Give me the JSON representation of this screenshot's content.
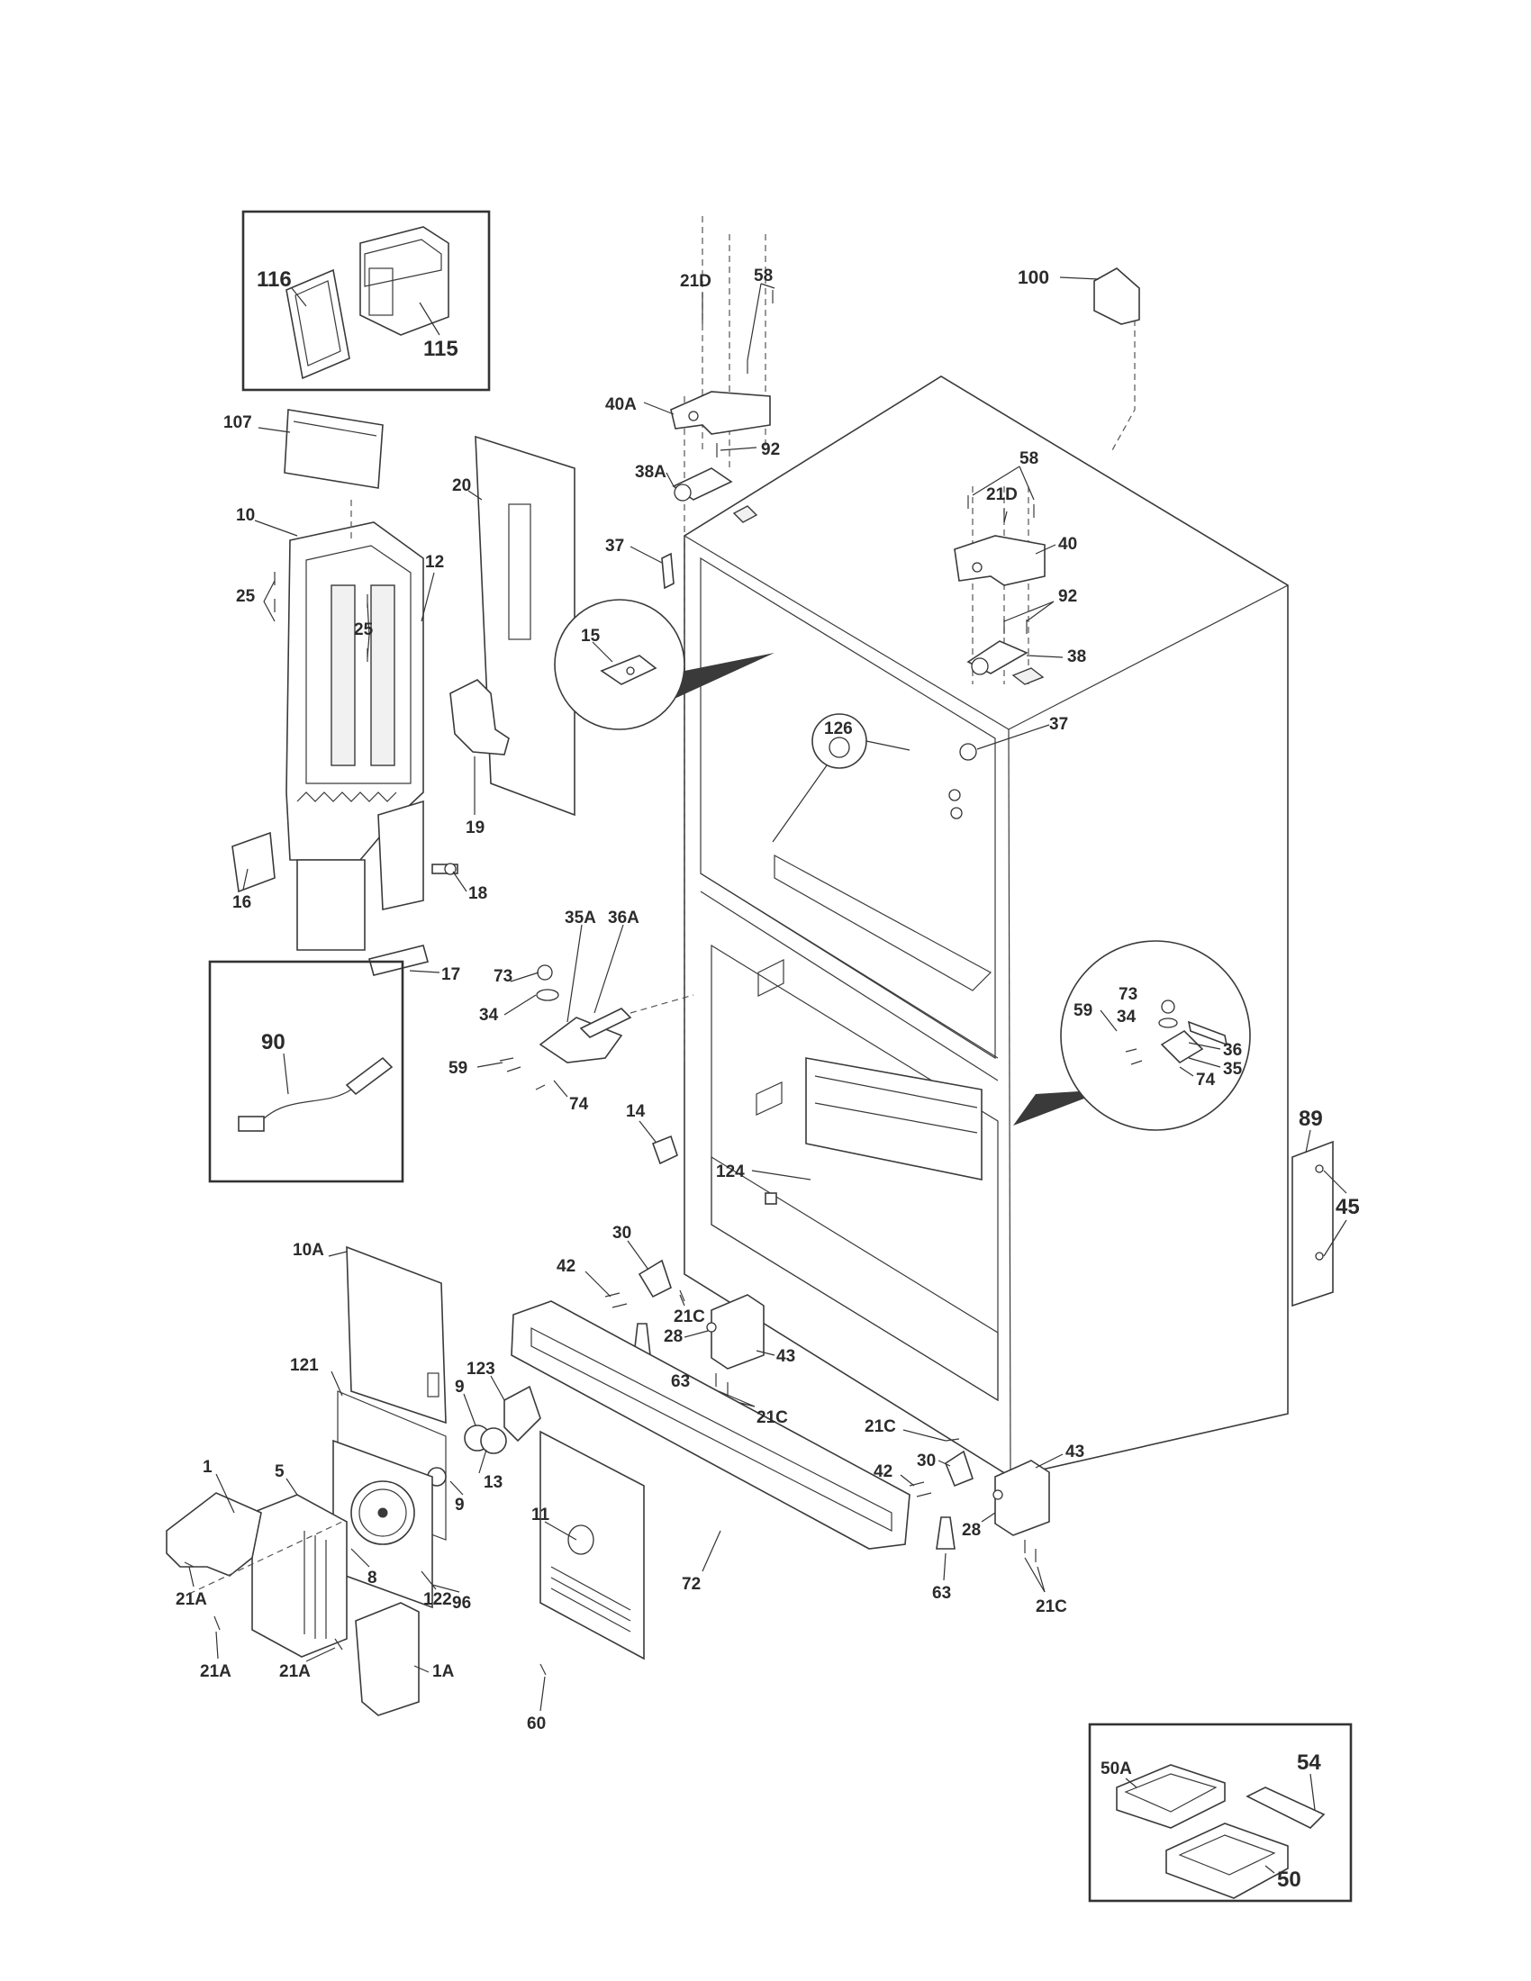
{
  "labels": {
    "p116": "116",
    "p115": "115",
    "p107": "107",
    "p10": "10",
    "p12": "12",
    "p20": "20",
    "p25a": "25",
    "p25b": "25",
    "p19": "19",
    "p16": "16",
    "p18": "18",
    "p17": "17",
    "p90": "90",
    "p21d_top": "21D",
    "p58_top": "58",
    "p40a": "40A",
    "p92_top": "92",
    "p38a": "38A",
    "p37_top": "37",
    "p100": "100",
    "p58_mid": "58",
    "p21d_mid": "21D",
    "p40": "40",
    "p92_mid": "92",
    "p38": "38",
    "p37_mid": "37",
    "p15": "15",
    "p126": "126",
    "p73_left": "73",
    "p35a": "35A",
    "p36a": "36A",
    "p34_left": "34",
    "p59_left": "59",
    "p74_left": "74",
    "p73_right": "73",
    "p34_right": "34",
    "p59_right": "59",
    "p36": "36",
    "p35": "35",
    "p74_right": "74",
    "p14": "14",
    "p124": "124",
    "p89": "89",
    "p45": "45",
    "p30_top": "30",
    "p42_top": "42",
    "p21c_a": "21C",
    "p28_top": "28",
    "p63_top": "63",
    "p43_top": "43",
    "p21c_b": "21C",
    "p10a": "10A",
    "p121": "121",
    "p123": "123",
    "p9a": "9",
    "p9b": "9",
    "p13": "13",
    "p11": "11",
    "p1": "1",
    "p5": "5",
    "p8": "8",
    "p122": "122",
    "p96": "96",
    "p21a_a": "21A",
    "p21a_b": "21A",
    "p21a_c": "21A",
    "p1a": "1A",
    "p60": "60",
    "p72": "72",
    "p21c_c": "21C",
    "p42_bot": "42",
    "p30_bot": "30",
    "p43_bot": "43",
    "p28_bot": "28",
    "p63_bot": "63",
    "p21c_d": "21C",
    "p50a": "50A",
    "p54": "54",
    "p50": "50"
  }
}
